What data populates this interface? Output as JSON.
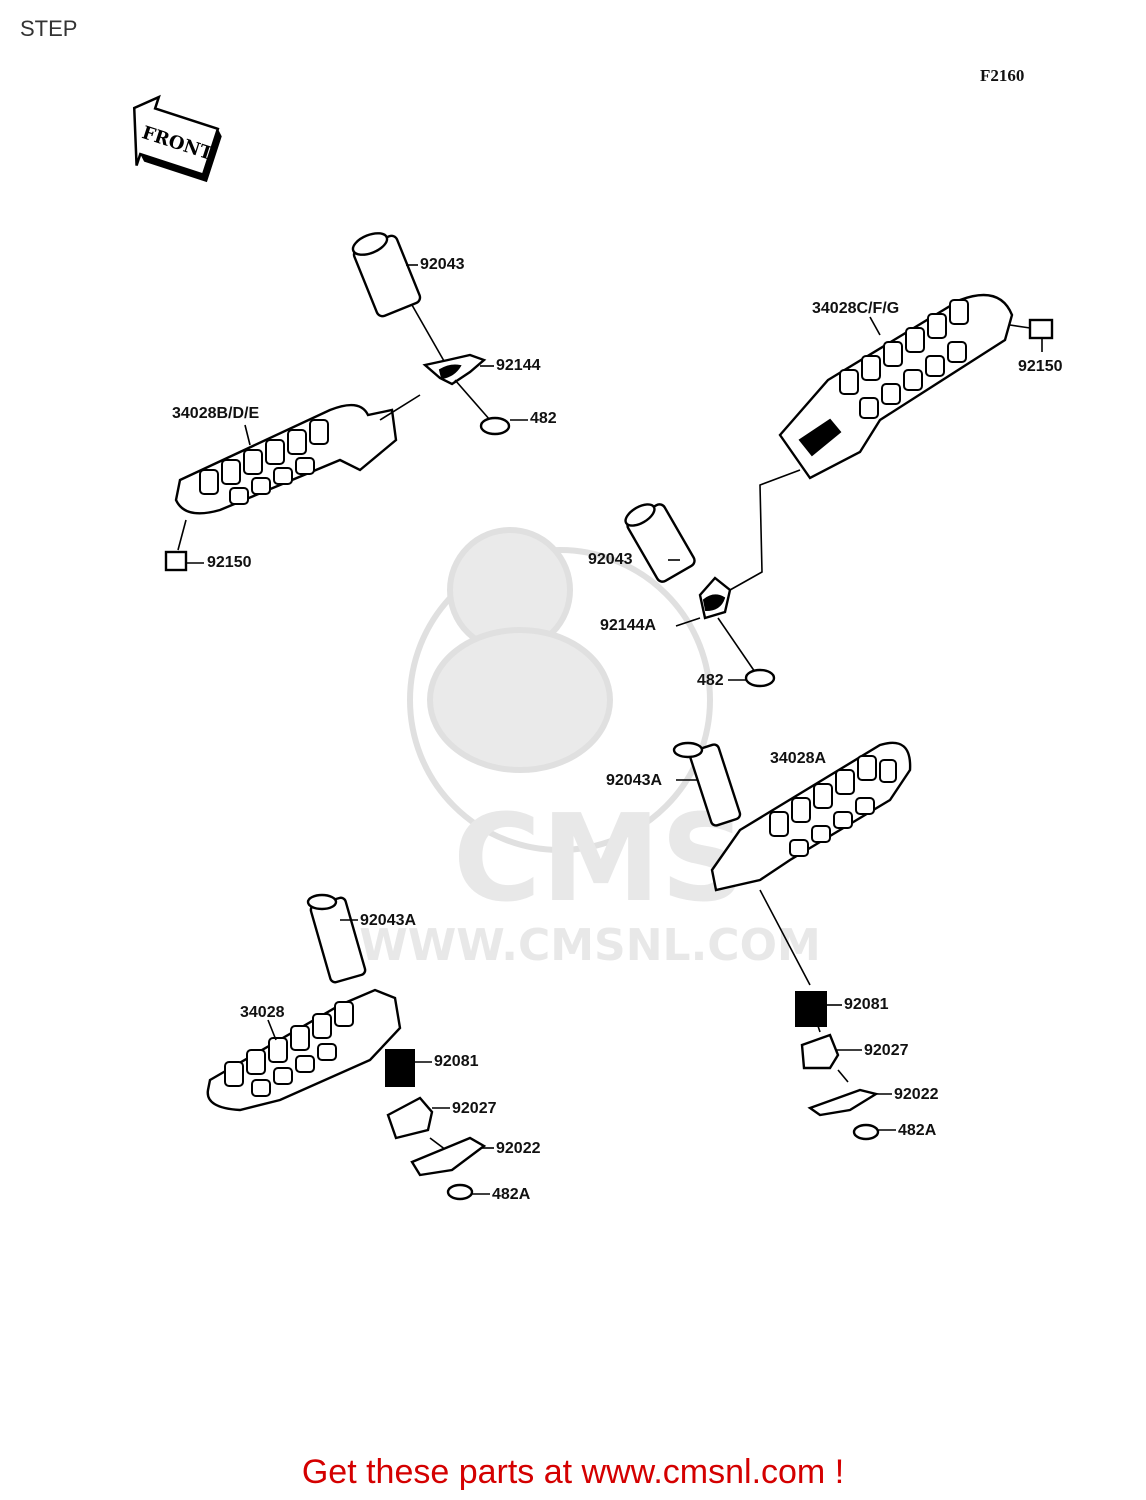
{
  "header": {
    "title": "STEP",
    "diagram_code": "F2160"
  },
  "front_arrow_text": "FRONT",
  "watermark": {
    "brand": "CMS",
    "url": "WWW.CMSNL.COM"
  },
  "callouts": {
    "c1": "92043",
    "c2": "92144",
    "c3": "482",
    "c4": "34028B/D/E",
    "c5": "92150",
    "c6": "34028C/F/G",
    "c7": "92150",
    "c8": "92043",
    "c9": "92144A",
    "c10": "482",
    "c11": "92043A",
    "c12": "34028A",
    "c13": "92043A",
    "c14": "34028",
    "c15": "92081",
    "c16": "92027",
    "c17": "92022",
    "c18": "482A",
    "c19": "92081",
    "c20": "92027",
    "c21": "92022",
    "c22": "482A"
  },
  "footer": {
    "text": "Get these parts at www.cmsnl.com !"
  },
  "colors": {
    "footer_text": "#d40000",
    "watermark": "#e8e8e8"
  }
}
